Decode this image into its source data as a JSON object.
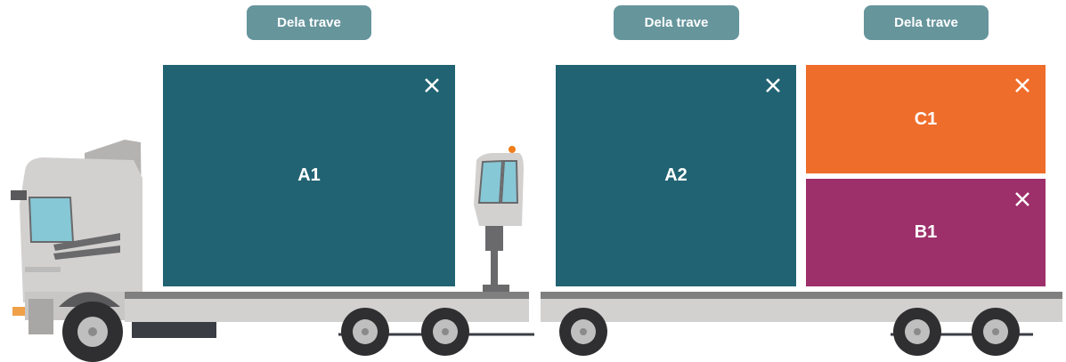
{
  "buttons": [
    {
      "label": "Dela trave"
    },
    {
      "label": "Dela trave"
    },
    {
      "label": "Dela trave"
    }
  ],
  "blocks": [
    {
      "label": "A1",
      "color": "#216372"
    },
    {
      "label": "A2",
      "color": "#216372"
    },
    {
      "label": "C1",
      "color": "#ef6d2b"
    },
    {
      "label": "B1",
      "color": "#9d2f6a"
    }
  ],
  "colors": {
    "button": "#66959c",
    "truck_body": "#d3d1d0",
    "bed": "#7f7f7f",
    "tire": "#2f2f31"
  },
  "icons": {
    "close": "close-icon"
  }
}
